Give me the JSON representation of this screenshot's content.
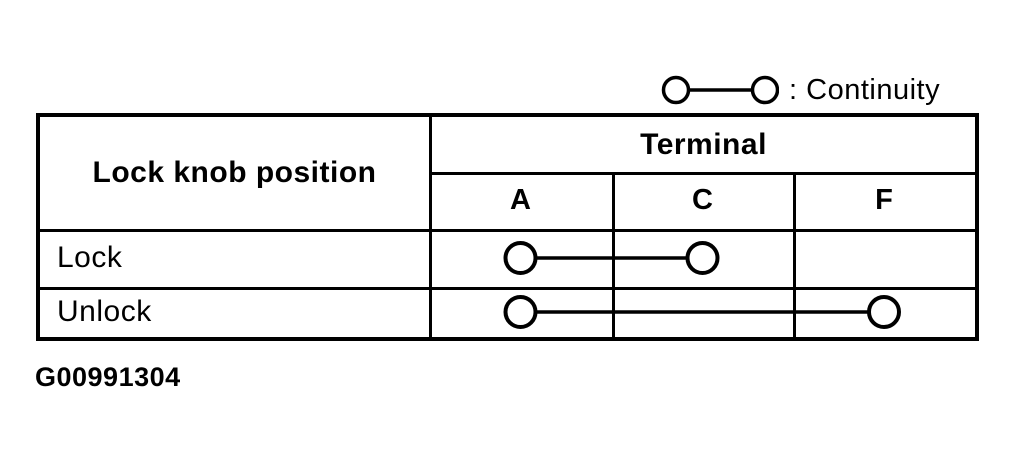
{
  "legend": {
    "symbol": "continuity-symbol",
    "separator": ":",
    "label": "Continuity"
  },
  "table": {
    "corner_header": "Lock knob position",
    "terminal_header": "Terminal",
    "terminal_columns": [
      "A",
      "C",
      "F"
    ],
    "rows": [
      {
        "position": "Lock",
        "continuity": [
          "A",
          "C"
        ]
      },
      {
        "position": "Unlock",
        "continuity": [
          "A",
          "F"
        ]
      }
    ]
  },
  "figure_id": "G00991304",
  "colors": {
    "ink": "#000000",
    "paper": "#ffffff"
  }
}
